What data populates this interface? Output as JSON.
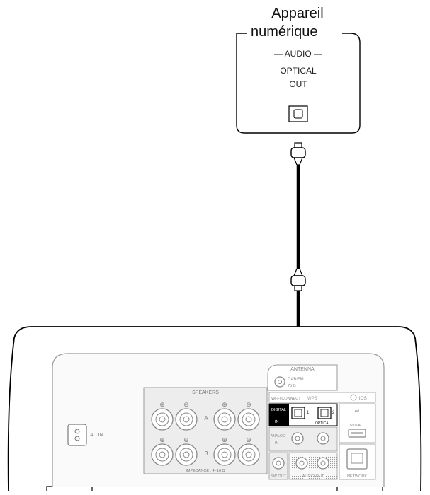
{
  "device": {
    "title_line1": "Appareil",
    "title_line2": "numérique",
    "section": "— AUDIO —",
    "port_line1": "OPTICAL",
    "port_line2": "OUT"
  },
  "receiver": {
    "antenna": "ANTENNA",
    "dab_fm": "DAB/FM",
    "ohm": "75 Ω",
    "speakers": "SPEAKERS",
    "speaker_a": "A",
    "speaker_b": "B",
    "impedance": "IMPEDANCE : 4~16 Ω",
    "ac_in": "AC IN",
    "wifi_connect": "Wi-Fi CONNECT",
    "wps": "WPS",
    "ios": "iOS",
    "digital": "DIGITAL",
    "in": "IN",
    "optical": "OPTICAL",
    "port1": "1",
    "port2": "2",
    "analog": "ANALOG",
    "analog_in": "IN",
    "usb_power": "5V/1A",
    "sw_out": "SW OUT",
    "audio_out": "AUDIO OUT",
    "network": "NETWORK"
  },
  "colors": {
    "line": "#000000",
    "panel_line": "#9a9a9a",
    "panel_fill": "#f2f2f2",
    "digital_block": "#000000",
    "cable": "#000000"
  }
}
